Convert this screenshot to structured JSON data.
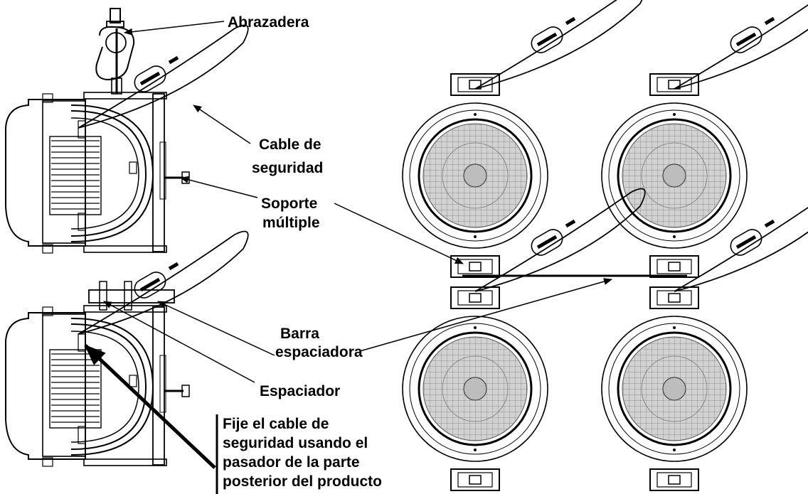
{
  "labels": {
    "clamp": "Abrazadera",
    "safety_cable": [
      "Cable de",
      "seguridad"
    ],
    "multi_bracket": [
      "Soporte",
      "múltiple"
    ],
    "spacer_bar": [
      "Barra",
      "espaciadora"
    ],
    "spacer": "Espaciador",
    "instruction": [
      "Fije el cable de",
      "seguridad usando el",
      "pasador de la parte",
      "posterior del producto"
    ]
  },
  "colors": {
    "ink": "#000000",
    "paper": "#ffffff",
    "lens_fill": "#cfcfcf"
  }
}
